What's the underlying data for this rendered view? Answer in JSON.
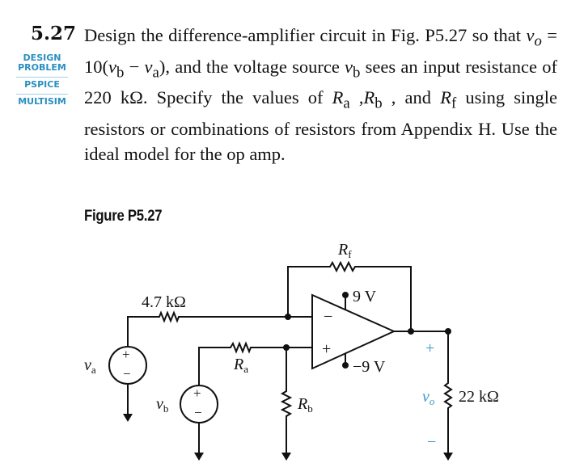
{
  "problem": {
    "number": "5.27",
    "tags": [
      "DESIGN\nPROBLEM",
      "PSPICE",
      "MULTISIM"
    ],
    "statement": {
      "p1": "Design the difference-amplifier circuit in Fig. P5.27 so that ",
      "eq": "v",
      "eq_sub": "o",
      "eq_rest": " = 10(",
      "vb": "v",
      "vb_sub": "b",
      "minus": " − ",
      "va": "v",
      "va_sub": "a",
      "p2": "), and the voltage source ",
      "src": "v",
      "src_sub": "b",
      "p3": " sees an input resistance of 220 kΩ. Specify the values of ",
      "ra": "R",
      "ra_sub": "a",
      "comma1": " ,",
      "rb": "R",
      "rb_sub": "b",
      "comma2": " , and ",
      "rf": "R",
      "rf_sub": "f",
      "p4": " using single resistors or combinations of resistors from Appendix H. Use the ideal model for the op amp."
    }
  },
  "figure": {
    "caption": "Figure P5.27",
    "labels": {
      "rf": "R",
      "rf_sub": "f",
      "r47": "4.7 kΩ",
      "vplus": "9 V",
      "vminus": "−9 V",
      "ra": "R",
      "ra_sub": "a",
      "rb": "R",
      "rb_sub": "b",
      "va": "v",
      "va_sub": "a",
      "vb": "v",
      "vb_sub": "b",
      "vo": "v",
      "vo_sub": "o",
      "rl": "22 kΩ",
      "plus": "+",
      "minus": "−",
      "in_minus": "−",
      "in_plus": "+"
    },
    "accent_color": "#3a97c9"
  }
}
